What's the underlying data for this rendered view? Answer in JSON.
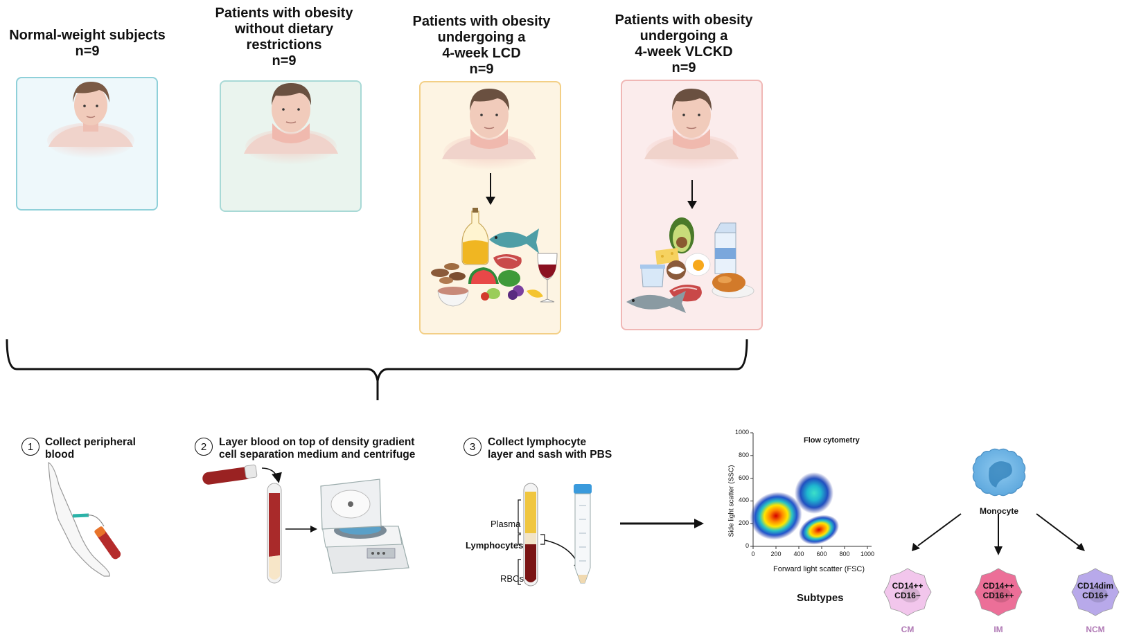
{
  "groups": [
    {
      "title_lines": [
        "Normal-weight subjects"
      ],
      "n": "n=9"
    },
    {
      "title_lines": [
        "Patients with obesity",
        "without dietary",
        "restrictions"
      ],
      "n": "n=9"
    },
    {
      "title_lines": [
        "Patients with obesity",
        "undergoing a",
        "4-week LCD"
      ],
      "n": "n=9"
    },
    {
      "title_lines": [
        "Patients with obesity",
        "undergoing a",
        "4-week VLCKD"
      ],
      "n": "n=9"
    }
  ],
  "steps": [
    {
      "number": "1",
      "lines": [
        "Collect peripheral",
        "blood"
      ]
    },
    {
      "number": "2",
      "lines": [
        "Layer blood on top of density gradient",
        "cell separation medium and centrifuge"
      ]
    },
    {
      "number": "3",
      "lines": [
        "Collect lymphocyte",
        "layer and sash with PBS"
      ]
    }
  ],
  "tube_labels": {
    "plasma": "Plasma",
    "lymphocytes": "Lymphocytes",
    "rbcs": "RBCs"
  },
  "flow": {
    "title": "Flow cytometry",
    "xlabel": "Forward light scatter (FSC)",
    "ylabel": "Side light scatter (SSC)",
    "xticks": [
      "0",
      "200",
      "400",
      "600",
      "800",
      "1000"
    ],
    "yticks": [
      "0",
      "200",
      "400",
      "600",
      "800",
      "1000"
    ]
  },
  "monocyte": {
    "label": "Monocyte"
  },
  "subtypes_label": "Subtypes",
  "subtypes": [
    {
      "lines": [
        "CD14++",
        "CD16−"
      ],
      "name": "CM",
      "color": "#f2c6ec"
    },
    {
      "lines": [
        "CD14++",
        "CD16++"
      ],
      "name": "IM",
      "color": "#ec6f98"
    },
    {
      "lines": [
        "CD14dim",
        "CD16+"
      ],
      "name": "NCM",
      "color": "#b8a9ea"
    }
  ],
  "colors": {
    "panel1_bg": "#eef8fb",
    "panel1_border": "#8fd0d9",
    "panel2_bg": "#eaf4ee",
    "panel2_border": "#a8d9d6",
    "panel3_bg": "#fdf4e3",
    "panel3_border": "#f3cf86",
    "panel4_bg": "#fbecec",
    "panel4_border": "#f0b7b5"
  }
}
